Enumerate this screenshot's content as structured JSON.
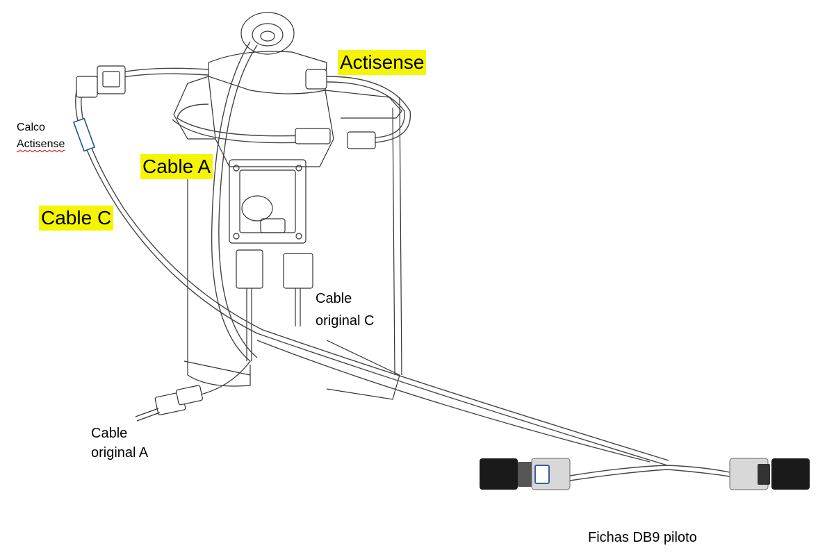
{
  "labels": {
    "actisense": "Actisense",
    "cable_a": "Cable A",
    "cable_c": "Cable C",
    "calco_line1": "Calco",
    "calco_line2": "Actisense",
    "cable_orig_c_line1": "Cable",
    "cable_orig_c_line2": "original C",
    "cable_orig_a_line1": "Cable",
    "cable_orig_a_line2": "original A",
    "fichas": "Fichas DB9 piloto"
  },
  "colors": {
    "highlight": "#f5f500",
    "line": "#333333",
    "calco_marker": "#1f4e9a",
    "connector_dark": "#1a1a1a",
    "connector_light": "#d8d8d8"
  }
}
